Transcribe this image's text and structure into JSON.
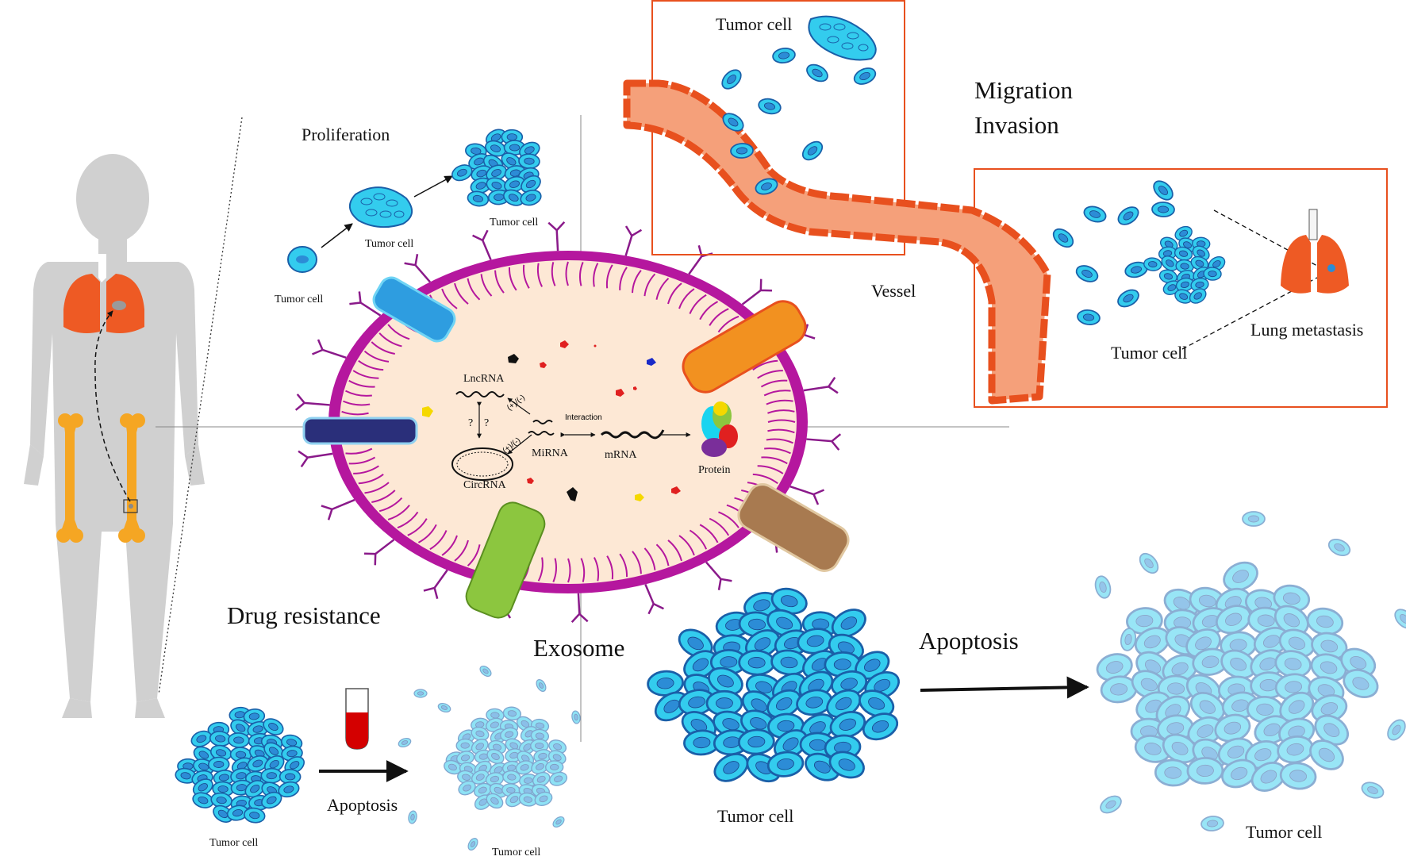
{
  "labels": {
    "tumor_cell": "Tumor cell",
    "proliferation": "Proliferation",
    "migration": "Migration",
    "invasion": "Invasion",
    "vessel": "Vessel",
    "lung_metastasis": "Lung metastasis",
    "drug_resistance": "Drug resistance",
    "exosome": "Exosome",
    "apoptosis": "Apoptosis",
    "lncrna": "LncRNA",
    "mirna": "MiRNA",
    "circrna": "CircRNA",
    "mrna": "mRNA",
    "protein": "Protein",
    "interaction": "Interaction",
    "question": "?",
    "positive_regulation": "(+)/(-)"
  },
  "colors": {
    "cell_fill": "#33ccee",
    "cell_edge": "#1a5fa8",
    "nucleus": "#2c8cd6",
    "lung": "#ee5a24",
    "bone": "#f5a623",
    "body": "#d0d0d0",
    "membrane": "#b5179e",
    "exosome_lumen": "#fde8d5",
    "vessel_fill": "#f5a07a",
    "vessel_edge": "#e8501e",
    "box": "#e8501e"
  },
  "icons": [
    "human-body-icon",
    "lung-icon",
    "bone-icon",
    "test-tube-icon",
    "arrow-icon"
  ]
}
